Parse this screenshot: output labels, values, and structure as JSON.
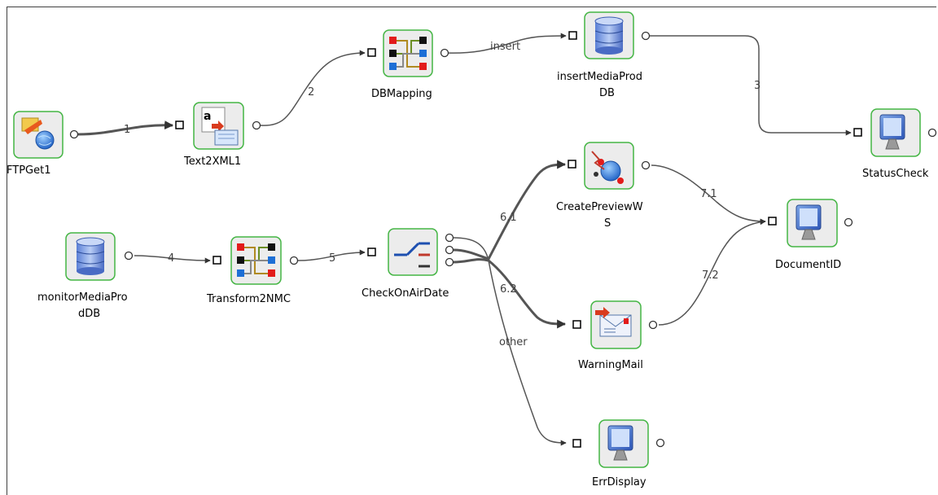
{
  "nodes": {
    "ftpget1": "FTPGet1",
    "text2xml1": "Text2XML1",
    "dbmapping": "DBMapping",
    "insertmediaprod": [
      "insertMediaProd",
      "DB"
    ],
    "statuscheck": "StatusCheck",
    "monitormediaprod": [
      "monitorMediaPro",
      "dDB"
    ],
    "transform2nmc": "Transform2NMC",
    "checkonairdate": "CheckOnAirDate",
    "createpreviewws": [
      "CreatePreviewW",
      "S"
    ],
    "documentid": "DocumentID",
    "warningmail": "WarningMail",
    "errdisplay": "ErrDisplay"
  },
  "edges": {
    "e1": "1",
    "e2": "2",
    "insert": "insert",
    "e3": "3",
    "e4": "4",
    "e5": "5",
    "e61": "6.1",
    "e62": "6.2",
    "other": "other",
    "e71": "7.1",
    "e72": "7.2"
  },
  "icons": {
    "ftpget1": "ftp-globe-icon",
    "text2xml1": "text-to-xml-icon",
    "dbmapping": "mapping-grid-icon",
    "insertmediaprod": "database-icon",
    "statuscheck": "monitor-icon",
    "monitormediaprod": "database-icon",
    "transform2nmc": "mapping-grid-icon",
    "checkonairdate": "switch-router-icon",
    "createpreviewws": "web-service-icon",
    "documentid": "monitor-icon",
    "warningmail": "mail-envelope-icon",
    "errdisplay": "monitor-icon"
  },
  "colors": {
    "node_border": "#44b544",
    "node_fill": "#ececec",
    "edge": "#555555"
  }
}
